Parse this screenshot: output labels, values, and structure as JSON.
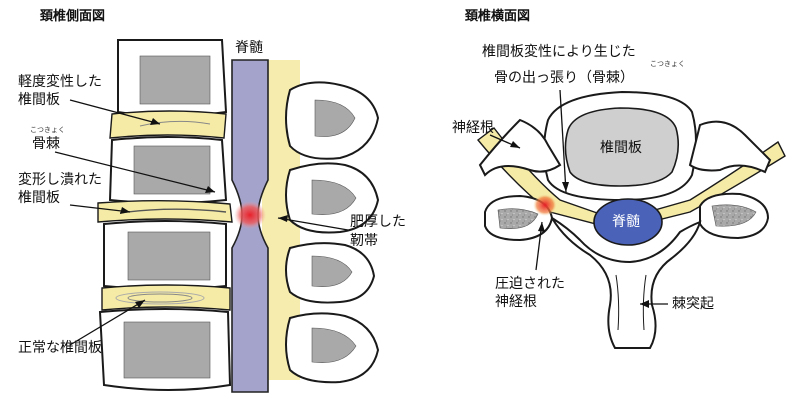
{
  "side_view": {
    "title": "頚椎側面図",
    "spinal_cord": "脊髄",
    "mild_disc": [
      "軽度変性した",
      "椎間板"
    ],
    "osteophyte_ruby": "こつきょく",
    "osteophyte": "骨棘",
    "crushed_disc": [
      "変形し潰れた",
      "椎間板"
    ],
    "thick_ligament": [
      "肥厚した",
      "靭帯"
    ],
    "normal_disc": "正常な椎間板"
  },
  "cross_view": {
    "title": "頚椎横面図",
    "spur_caption": "椎間板変性により生じた",
    "spur_caption2": "骨の出っ張り（骨棘）",
    "spur_ruby": "こつきょく",
    "nerve_root": "神経根",
    "disc": "椎間板",
    "cord": "脊髄",
    "compressed_root": [
      "圧迫された",
      "神経根"
    ],
    "spinous_process": "棘突起"
  },
  "colors": {
    "spinal_cord": "#a3a3cc",
    "cord_cross": "#4a62b8",
    "disc": "#f5eba6",
    "marrow": "#a9a9a9",
    "compression": "#e8202a"
  }
}
